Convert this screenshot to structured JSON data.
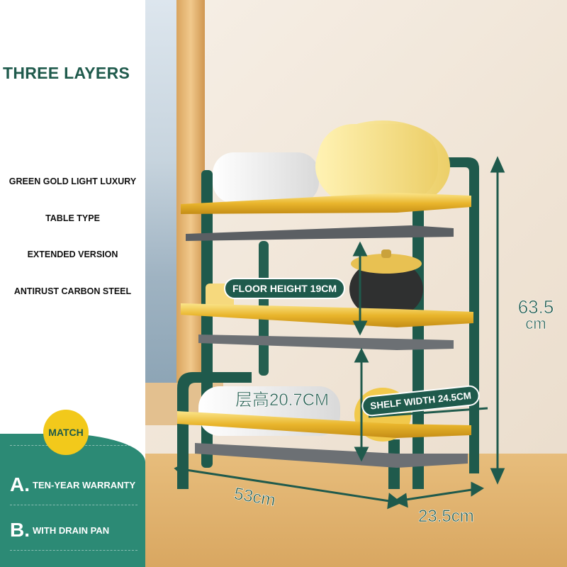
{
  "left_panel": {
    "title": "THREE LAYERS",
    "features": [
      "GREEN GOLD LIGHT LUXURY",
      "TABLE TYPE",
      "EXTENDED VERSION",
      "ANTIRUST CARBON STEEL"
    ],
    "match_label": "MATCH",
    "options": [
      {
        "letter": "A.",
        "text": "TEN-YEAR WARRANTY"
      },
      {
        "letter": "B.",
        "text": "WITH DRAIN PAN"
      }
    ]
  },
  "dimensions": {
    "floor_height": "FLOOR HEIGHT 19CM",
    "layer_height": "层高20.7CM",
    "shelf_width": "SHELF WIDTH 24.5CM",
    "total_height_value": "63.5",
    "total_height_unit": "cm",
    "width": "53cm",
    "depth": "23.5cm"
  },
  "colors": {
    "frame_green": "#1f5a4c",
    "gold": "#f2c91b",
    "teal_panel": "#2c8a75"
  }
}
